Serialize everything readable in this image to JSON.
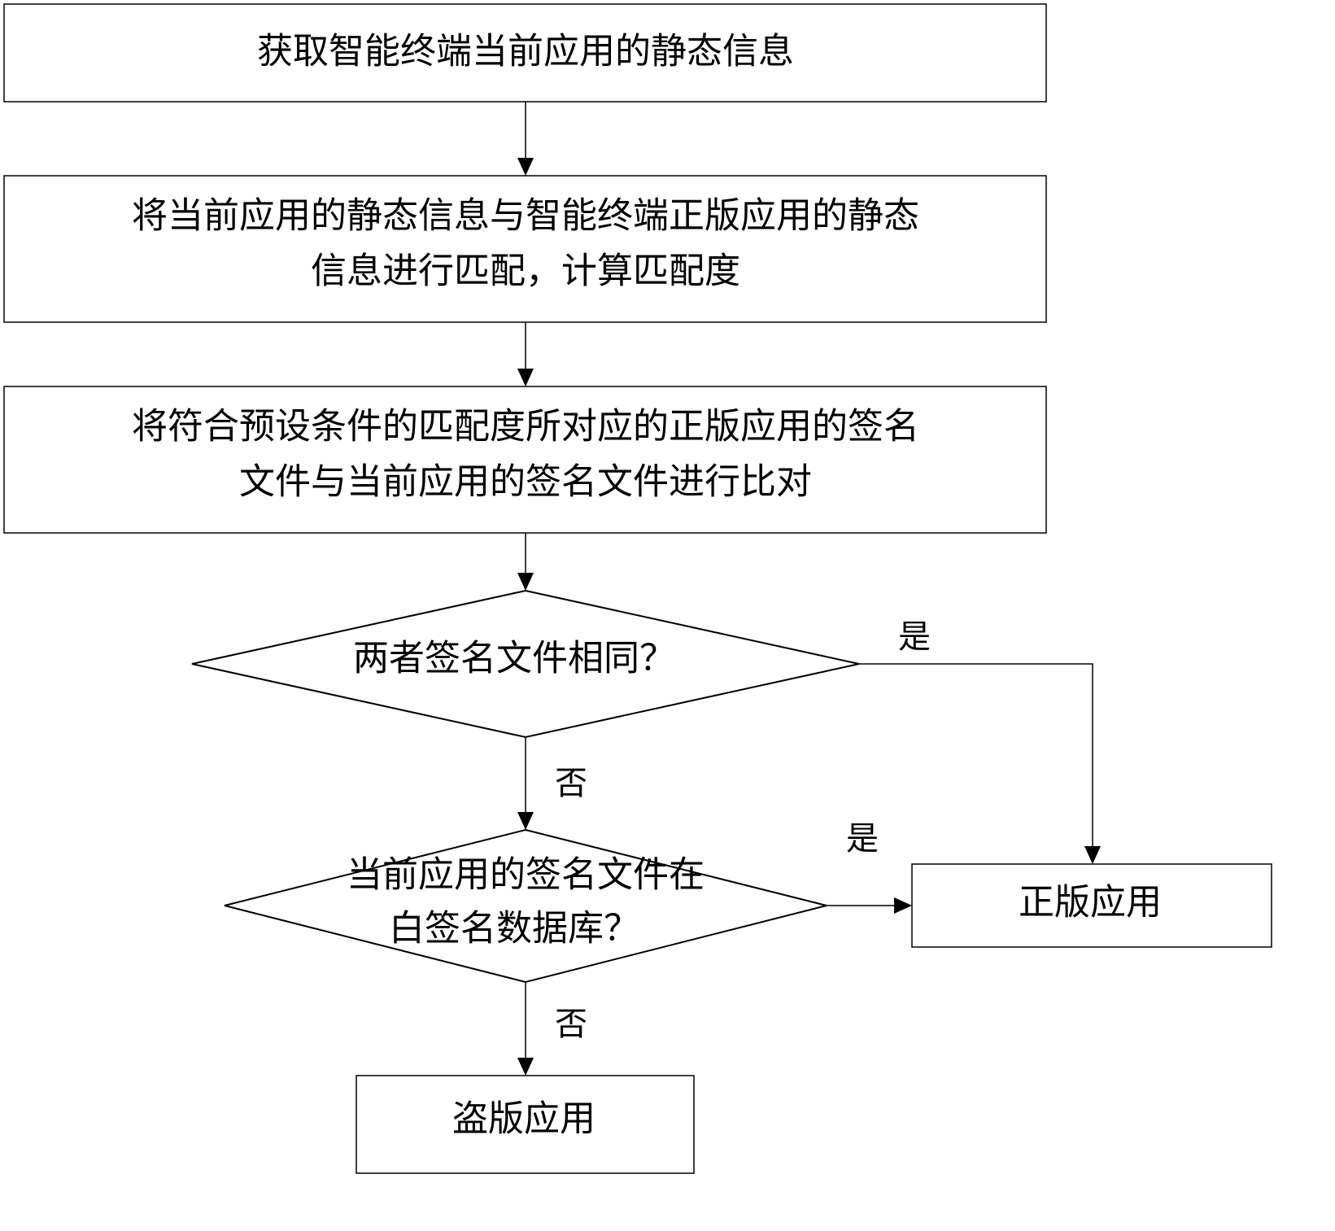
{
  "diagram": {
    "type": "flowchart",
    "nodes": [
      {
        "id": "step1",
        "shape": "process",
        "lines": [
          "获取智能终端当前应用的静态信息"
        ]
      },
      {
        "id": "step2",
        "shape": "process",
        "lines": [
          "将当前应用的静态信息与智能终端正版应用的静态",
          "信息进行匹配，计算匹配度"
        ]
      },
      {
        "id": "step3",
        "shape": "process",
        "lines": [
          "将符合预设条件的匹配度所对应的正版应用的签名",
          "文件与当前应用的签名文件进行比对"
        ]
      },
      {
        "id": "decision1",
        "shape": "decision",
        "lines": [
          "两者签名文件相同？"
        ]
      },
      {
        "id": "decision2",
        "shape": "decision",
        "lines": [
          "当前应用的签名文件在",
          "白签名数据库？"
        ]
      },
      {
        "id": "genuine",
        "shape": "terminal",
        "lines": [
          "正版应用"
        ]
      },
      {
        "id": "pirated",
        "shape": "terminal",
        "lines": [
          "盗版应用"
        ]
      }
    ],
    "edges": [
      {
        "from": "step1",
        "to": "step2",
        "label": ""
      },
      {
        "from": "step2",
        "to": "step3",
        "label": ""
      },
      {
        "from": "step3",
        "to": "decision1",
        "label": ""
      },
      {
        "from": "decision1",
        "to": "genuine",
        "label": "是"
      },
      {
        "from": "decision1",
        "to": "decision2",
        "label": "否"
      },
      {
        "from": "decision2",
        "to": "genuine",
        "label": "是"
      },
      {
        "from": "decision2",
        "to": "pirated",
        "label": "否"
      }
    ]
  }
}
